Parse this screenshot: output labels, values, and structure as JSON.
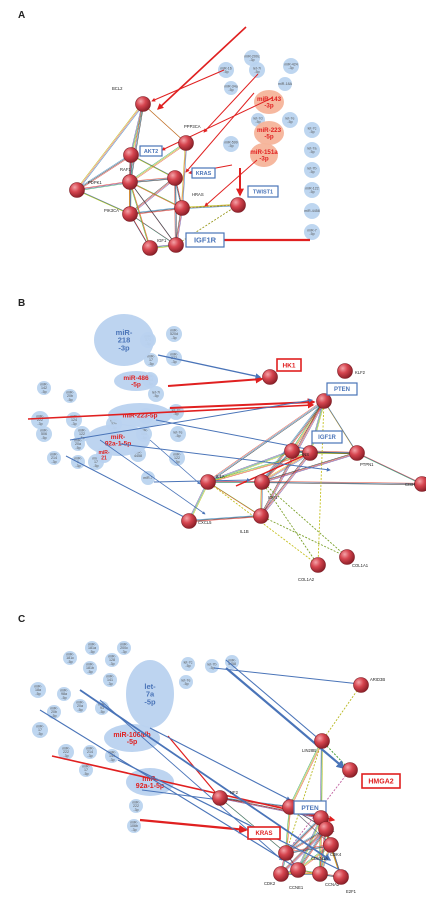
{
  "panels": [
    {
      "letter": "A"
    },
    {
      "letter": "B"
    },
    {
      "letter": "C"
    }
  ],
  "panelA": {
    "genes": [
      "BCL2",
      "AKT2",
      "PPP3CA",
      "KRAS",
      "PDPK1",
      "RAF1",
      "HRAS",
      "TWIST1",
      "PIK3CA",
      "IGF1",
      "IGF1R"
    ],
    "mirs_small": [
      "miR-16\n-5p",
      "let-7i\n-5p",
      "miR-34a\n-5p",
      "miR-200c\n-3p",
      "miR-18A",
      "miR-424\n-3p",
      "let-7e\n-5p",
      "let-7d\n-5p",
      "let-7c\n-5p",
      "miR-599\n-5p",
      "let-7a\n-5p",
      "let-7b\n-5p",
      "miR-122\n-5p",
      "miR-4458",
      "miR-7\n-5p"
    ],
    "mirs_red": [
      "miR-143\n-3p",
      "miR-223\n-5p",
      "miR-151a\n-3p"
    ]
  },
  "panelB": {
    "genes": [
      "HK1",
      "KLF2",
      "PTEN",
      "IGF1R",
      "INS",
      "PTPN1",
      "IL1A",
      "IGF1",
      "CISH",
      "CXCL5",
      "IL1B",
      "COL1A1",
      "COL1A2"
    ],
    "mirs_small": [
      "miR-\n371\n-3p",
      "miR-\n520d\n-3p",
      "miR-\n17\n-5p",
      "miR-\n372\n-3p",
      "miR-\n314\n-3p",
      "miR-\n142\n-5p",
      "miR-\n20b\n-5p",
      "miR-\n222\n-3p",
      "miR-\n124\n-3p",
      "miR-\n506\n-5p",
      "miR-\n122\n-5p",
      "miR-\n320\n-3p",
      "miR-\n139\n-5p",
      "miR-\n20a\n-5p",
      "miR-\n214\n-3p",
      "miR-\n1\n-3p",
      "let-7i\n-5p",
      "let-7c\n-5p",
      "let-7e\n-5p",
      "miR-\n372",
      "miR-\n98a\n-5p",
      "miR-\n4458",
      "miR-\n122\n-5p",
      "miR-\n17\n-5p",
      "miR-7"
    ],
    "mirs_blue": [
      "miR-\n218\n-3p"
    ],
    "mirs_red": [
      "miR-486\n-5p",
      "miR-223-5p",
      "miR-\n92a-1-5p",
      "miR-\n21"
    ]
  },
  "panelC": {
    "genes": [
      "ARID3B",
      "LIN28B",
      "HMGA2",
      "NF2",
      "PTEN",
      "CCND1",
      "KRAS",
      "CDK4",
      "CDKN1A",
      "CCNE1",
      "CDK2",
      "CCNA2",
      "E2F1"
    ],
    "mirs_small": [
      "miR-\n181a\n-5p",
      "miR-\n181c\n-5p",
      "miR-\n181b\n-5p",
      "miR-\n128\n-3p",
      "miR-\n141\n-3p",
      "miR-\n200c\n-3p",
      "miR-\n18a\n-5p",
      "miR-\n98a\n-5p",
      "miR-\n20a\n-5p",
      "miR-\n93\n-5p",
      "miR-\n20b\n-5p",
      "miR-\n17\n-5p",
      "miR-\n222\n-3p",
      "miR-\n214\n-3p",
      "miR-\n149\n-3p",
      "miR-\n17\n-5p",
      "miR-\n214\n-3p",
      "miR-\n222\n-3p",
      "miR-\n106b\n-3p",
      "let-7c\n-5p",
      "let-7b\n-5p",
      "let-7e\n-5p",
      "miR-\n4458"
    ],
    "mirs_blue": [
      "let-\n7a\n-5p"
    ],
    "mirs_red": [
      "miR-106a/b\n-5p",
      "miR-\n92a-1-5p"
    ]
  },
  "colors": {
    "gene_red": "#d6454f",
    "gene_green": "#8cc79a",
    "mir_blue": "#b9d2ef",
    "mir_salmon": "#f6b49a",
    "arrow_red": "#e02020",
    "arrow_blue": "#4a74b8"
  }
}
